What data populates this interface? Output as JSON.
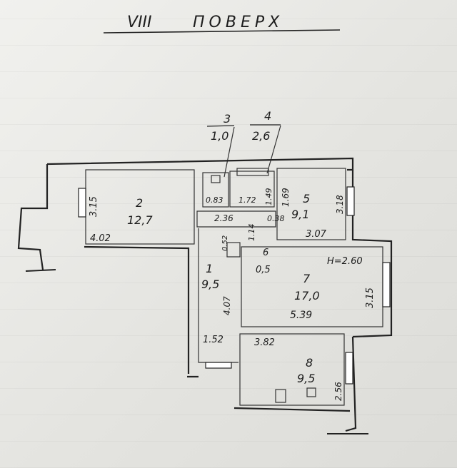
{
  "header": {
    "floor": "VIII",
    "title": "ПОВЕРХ"
  },
  "callouts": [
    {
      "number": "3",
      "area": "1,0"
    },
    {
      "number": "4",
      "area": "2,6"
    }
  ],
  "rooms": [
    {
      "number": "1",
      "area": "9,5"
    },
    {
      "number": "2",
      "area": "12,7"
    },
    {
      "number": "5",
      "area": "9,1"
    },
    {
      "number": "6",
      "area": "0,5"
    },
    {
      "number": "7",
      "area": "17,0"
    },
    {
      "number": "8",
      "area": "9,5"
    }
  ],
  "dimensions": {
    "room2_side": "3.15",
    "room2_width": "4.02",
    "bath_width": "0.83",
    "wc_width": "1.72",
    "wc_side": "1.49",
    "room5_side_left": "1.69",
    "room5_side_right": "3.18",
    "room5_width": "3.07",
    "hall_width": "2.36",
    "small_a": "0.38",
    "small_b": "1.14",
    "small_c": "0.52",
    "ceiling_height": "H=2.60",
    "room7_width": "5.39",
    "room7_side": "3.15",
    "corridor_len": "4.07",
    "corridor_width": "1.52",
    "room8_width": "3.82",
    "room8_side": "2.56"
  }
}
